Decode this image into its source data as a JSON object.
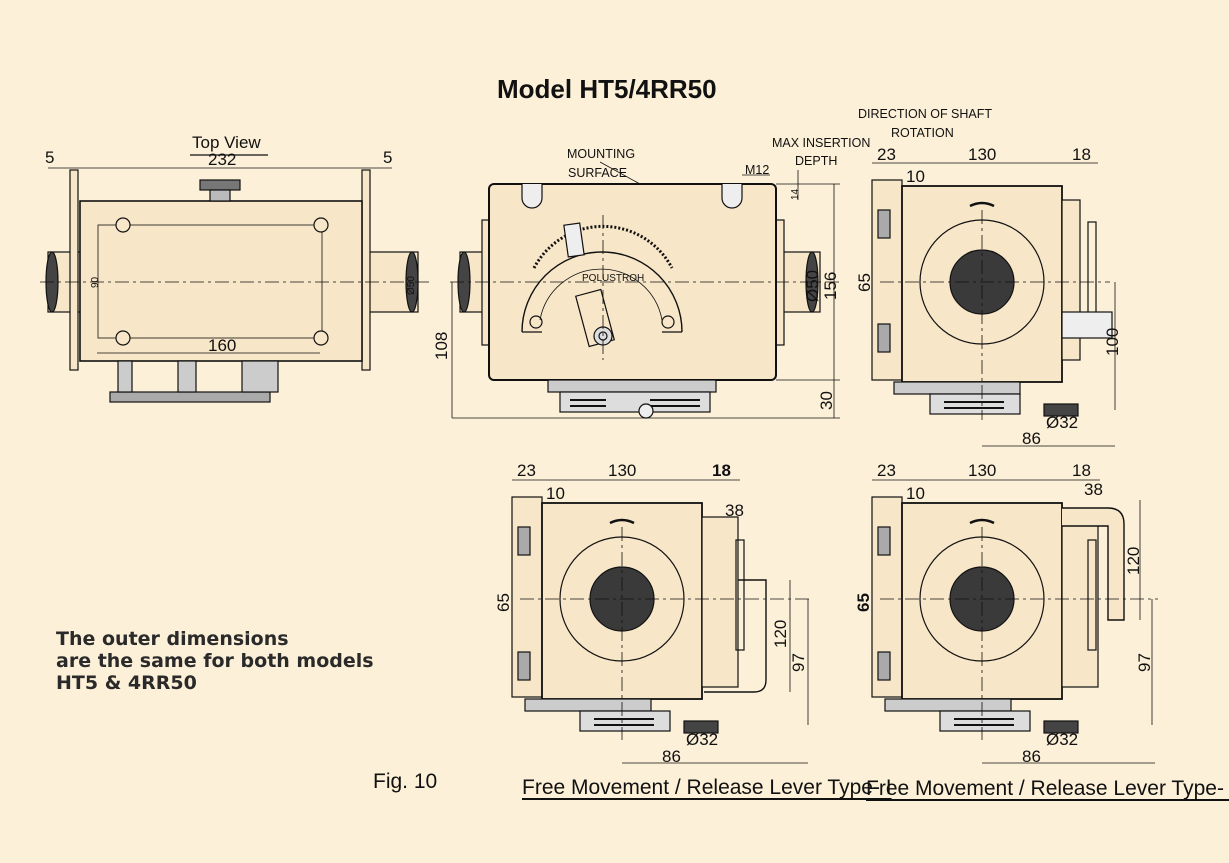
{
  "title": "Model HT5/4RR50",
  "figure_label": "Fig. 10",
  "note_lines": [
    "The outer dimensions",
    "are the same for both models",
    "HT5 & 4RR50"
  ],
  "captions": {
    "type1": "Free Movement / Release Lever Type- I",
    "type2": "Free Movement / Release Lever Type- II"
  },
  "top_view": {
    "label": "Top View",
    "dim_left": "5",
    "dim_width": "232",
    "dim_right": "5",
    "dim_bolt_spacing": "160",
    "dim_bolt_height": "90",
    "dim_shaft": "Ø50"
  },
  "front_view": {
    "mounting_surface": [
      "MOUNTING",
      "SURFACE"
    ],
    "thread": "M12",
    "max_insertion": [
      "MAX INSERTION",
      "DEPTH"
    ],
    "dim_insertion": "14",
    "dim_shaft": "Ø50",
    "dim_height": "156",
    "dim_axis_height": "108",
    "dim_base": "30",
    "gauge_text": "POLUSTROH"
  },
  "side_view": {
    "direction": [
      "DIRECTION OF SHAFT",
      "ROTATION"
    ],
    "dim_left": "23",
    "dim_width": "130",
    "dim_right": "18",
    "dim_inset": "10",
    "dim_bolt_spacing": "65",
    "dim_axis": "100",
    "dim_bottom": "86",
    "dim_foot": "Ø32"
  },
  "type1_view": {
    "dim_left": "23",
    "dim_width": "130",
    "dim_right": "18",
    "dim_inset": "10",
    "dim_lever": "38",
    "dim_bolt_spacing": "65",
    "dim_lever_height": "120",
    "dim_axis": "97",
    "dim_bottom": "86",
    "dim_foot": "Ø32"
  },
  "type2_view": {
    "dim_left": "23",
    "dim_width": "130",
    "dim_right": "18",
    "dim_inset": "10",
    "dim_lever": "38",
    "dim_bolt_spacing": "65",
    "dim_lever_height": "120",
    "dim_axis": "97",
    "dim_bottom": "86",
    "dim_foot": "Ø32"
  },
  "colors": {
    "background": "#fdf0d8",
    "box_fill": "#f7e6c8",
    "line": "#111111",
    "hub": "#3a3a3a"
  }
}
